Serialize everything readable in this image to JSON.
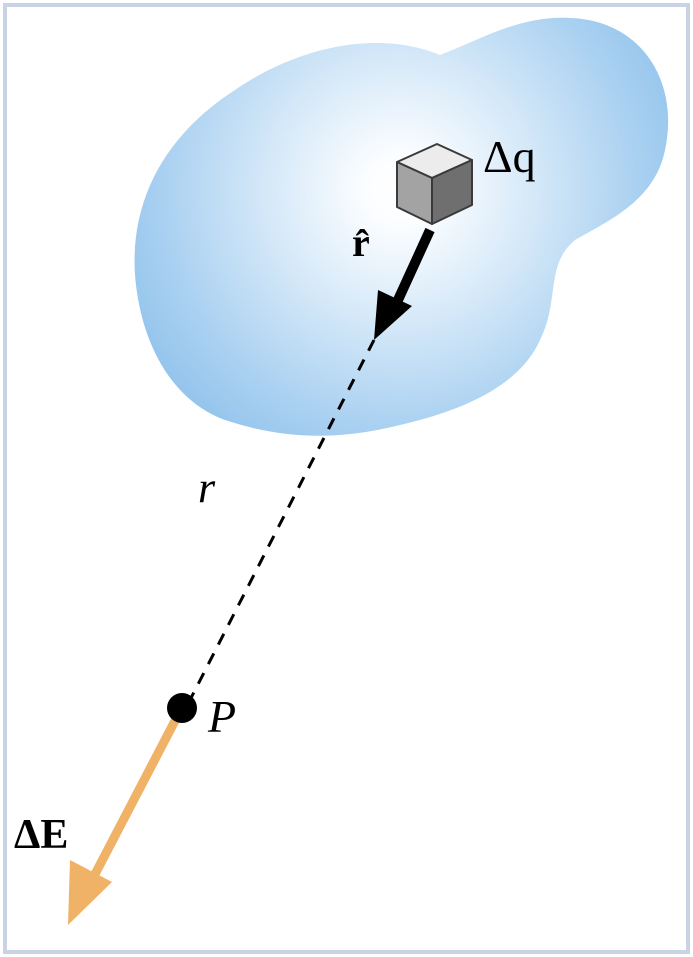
{
  "labels": {
    "charge_element": "Δq",
    "unit_vector": "r̂",
    "distance": "r",
    "point": "P",
    "field_element": "ΔE"
  },
  "colors": {
    "frame_border": "#c9d3e3",
    "blob_edge": "#9cc9ee",
    "blob_center": "#ffffff",
    "cube_front": "#a3a3a3",
    "cube_top": "#ececec",
    "cube_side": "#6f6f6f",
    "r_hat_arrow": "#000000",
    "dashed_line": "#000000",
    "point_fill": "#000000",
    "field_arrow": "#f0b266"
  },
  "icons": {
    "charge_element": "cube-icon",
    "point": "dot-icon"
  }
}
